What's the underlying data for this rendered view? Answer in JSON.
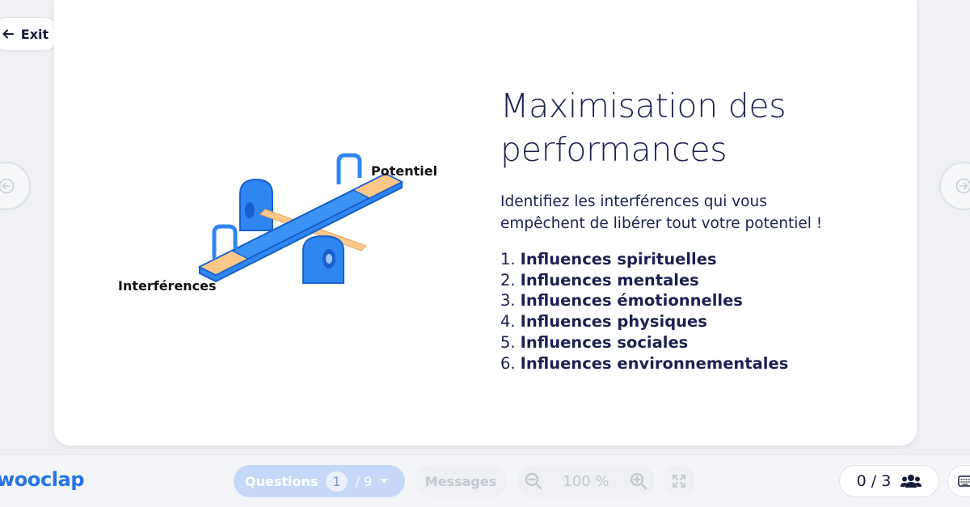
{
  "header": {
    "exit_label": "Exit"
  },
  "slide": {
    "title_line1": "Maximisation des",
    "title_line2": "performances",
    "subtitle_line1": "Identifiez les interférences qui vous",
    "subtitle_line2": "empêchent de libérer tout votre potentiel !",
    "items": [
      {
        "num": "1.",
        "text": "Influences spirituelles"
      },
      {
        "num": "2.",
        "text": "Influences mentales"
      },
      {
        "num": "3.",
        "text": "Influences émotionnelles"
      },
      {
        "num": "4.",
        "text": "Influences physiques"
      },
      {
        "num": "5.",
        "text": "Influences sociales"
      },
      {
        "num": "6.",
        "text": "Influences environnementales"
      }
    ],
    "illustration": {
      "label_top": "Potentiel",
      "label_bottom": "Interférences"
    }
  },
  "bottom_bar": {
    "logo": "wooclap",
    "questions_label": "Questions",
    "question_current": "1",
    "question_total": "/ 9",
    "messages_label": "Messages",
    "zoom_value": "100 %",
    "participants": "0 / 3"
  },
  "colors": {
    "accent_blue": "#2574e9",
    "seesaw_blue": "#2f86f0",
    "seesaw_orange": "#fbc88a",
    "text_navy": "#1b2151"
  }
}
